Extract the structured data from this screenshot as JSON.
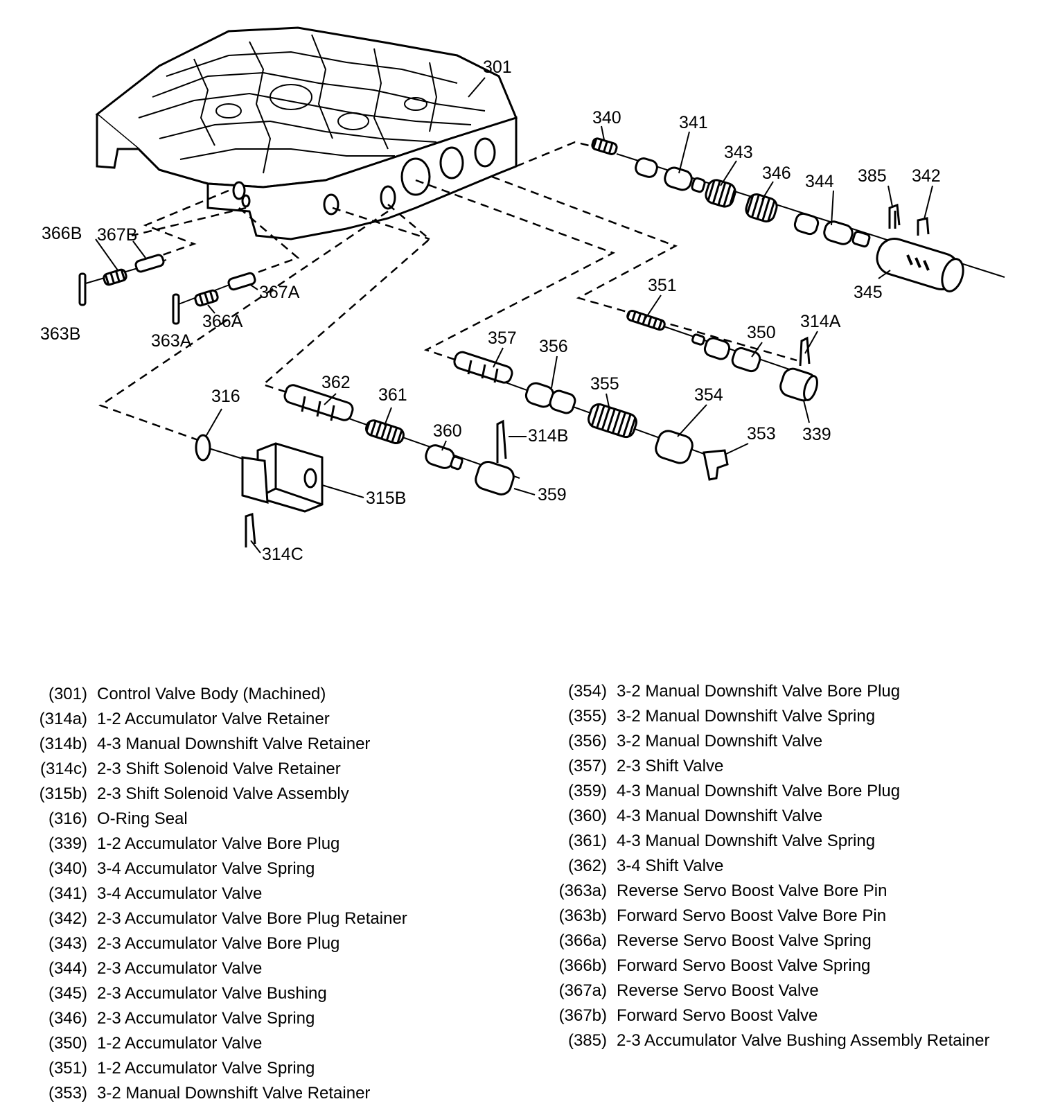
{
  "callouts": {
    "c301": "301",
    "c340": "340",
    "c341": "341",
    "c343": "343",
    "c346": "346",
    "c344": "344",
    "c385": "385",
    "c342": "342",
    "c345": "345",
    "c366B": "366B",
    "c367B": "367B",
    "c367A": "367A",
    "c363B": "363B",
    "c363A": "363A",
    "c366A": "366A",
    "c351": "351",
    "c314A": "314A",
    "c350": "350",
    "c339": "339",
    "c357": "357",
    "c356": "356",
    "c355": "355",
    "c354": "354",
    "c353": "353",
    "c362": "362",
    "c361": "361",
    "c360": "360",
    "c314B": "314B",
    "c359": "359",
    "c316": "316",
    "c315B": "315B",
    "c314C": "314C"
  },
  "legend_left": [
    {
      "code": "(301)",
      "desc": "Control Valve Body (Machined)"
    },
    {
      "code": "(314a)",
      "desc": "1-2 Accumulator Valve Retainer"
    },
    {
      "code": "(314b)",
      "desc": "4-3 Manual Downshift Valve Retainer"
    },
    {
      "code": "(314c)",
      "desc": "2-3 Shift Solenoid Valve Retainer"
    },
    {
      "code": "(315b)",
      "desc": "2-3 Shift Solenoid Valve Assembly"
    },
    {
      "code": "(316)",
      "desc": "O-Ring Seal"
    },
    {
      "code": "(339)",
      "desc": "1-2 Accumulator Valve Bore Plug"
    },
    {
      "code": "(340)",
      "desc": "3-4 Accumulator Valve Spring"
    },
    {
      "code": "(341)",
      "desc": "3-4 Accumulator Valve"
    },
    {
      "code": "(342)",
      "desc": "2-3 Accumulator Valve Bore Plug Retainer"
    },
    {
      "code": "(343)",
      "desc": "2-3 Accumulator Valve Bore Plug"
    },
    {
      "code": "(344)",
      "desc": "2-3 Accumulator Valve"
    },
    {
      "code": "(345)",
      "desc": "2-3 Accumulator Valve Bushing"
    },
    {
      "code": "(346)",
      "desc": "2-3 Accumulator Valve Spring"
    },
    {
      "code": "(350)",
      "desc": "1-2 Accumulator Valve"
    },
    {
      "code": "(351)",
      "desc": "1-2 Accumulator Valve Spring"
    },
    {
      "code": "(353)",
      "desc": "3-2 Manual Downshift Valve Retainer"
    }
  ],
  "legend_right": [
    {
      "code": "(354)",
      "desc": "3-2 Manual Downshift Valve Bore Plug"
    },
    {
      "code": "(355)",
      "desc": "3-2 Manual Downshift Valve Spring"
    },
    {
      "code": "(356)",
      "desc": "3-2 Manual Downshift Valve"
    },
    {
      "code": "(357)",
      "desc": "2-3 Shift Valve"
    },
    {
      "code": "(359)",
      "desc": "4-3 Manual Downshift Valve Bore Plug"
    },
    {
      "code": "(360)",
      "desc": "4-3 Manual Downshift Valve"
    },
    {
      "code": "(361)",
      "desc": "4-3 Manual Downshift Valve Spring"
    },
    {
      "code": "(362)",
      "desc": "3-4 Shift Valve"
    },
    {
      "code": "(363a)",
      "desc": "Reverse Servo Boost Valve Bore Pin"
    },
    {
      "code": "(363b)",
      "desc": "Forward Servo Boost Valve Bore Pin"
    },
    {
      "code": "(366a)",
      "desc": "Reverse Servo Boost Valve Spring"
    },
    {
      "code": "(366b)",
      "desc": "Forward Servo Boost Valve Spring"
    },
    {
      "code": "(367a)",
      "desc": "Reverse Servo Boost Valve"
    },
    {
      "code": "(367b)",
      "desc": "Forward Servo Boost Valve"
    },
    {
      "code": "(385)",
      "desc": "2-3 Accumulator Valve Bushing Assembly Retainer"
    }
  ]
}
